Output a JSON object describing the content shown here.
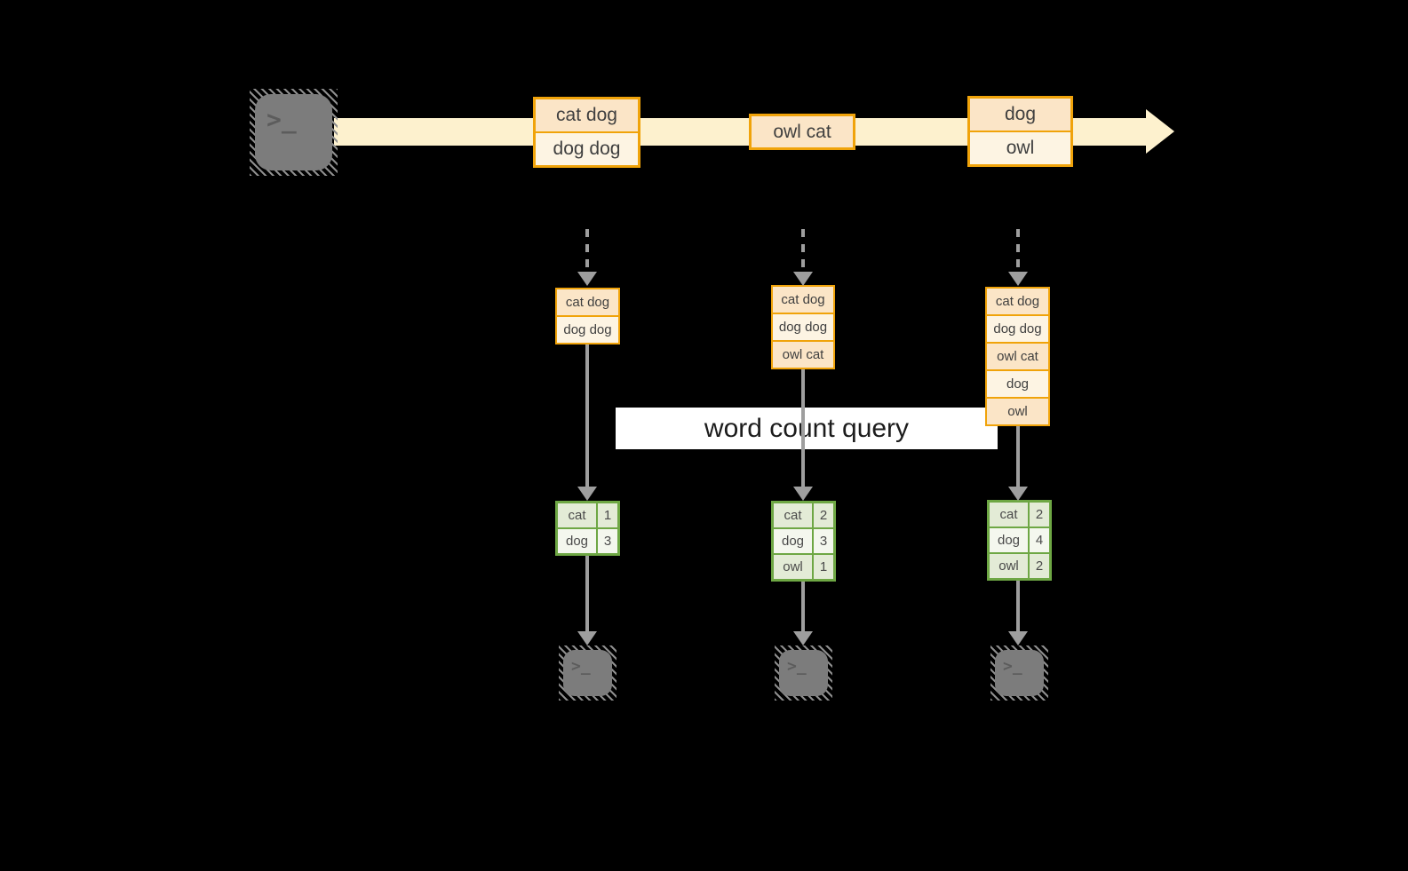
{
  "query_label": "word count query",
  "terminal_glyph": ">_",
  "colors": {
    "background": "#000000",
    "stream_band": "#FDF1CE",
    "box_border": "#F0A30A",
    "box_fill_dark": "#FBE5C7",
    "box_fill_light": "#FDF4E3",
    "table_border": "#6EA744",
    "table_fill_dark": "#E3EBD6",
    "table_fill_light": "#F4F7EE",
    "arrow_gray": "#9E9E9E",
    "terminal_gray": "#7C7C7C",
    "query_bg": "#FFFFFF"
  },
  "stream": {
    "messages": [
      {
        "lines": [
          "cat dog",
          "dog dog"
        ]
      },
      {
        "lines": [
          "owl cat"
        ]
      },
      {
        "lines": [
          "dog",
          "owl"
        ]
      }
    ]
  },
  "pipelines": [
    {
      "buffer": [
        "cat dog",
        "dog dog"
      ],
      "counts": [
        {
          "word": "cat",
          "count": "1"
        },
        {
          "word": "dog",
          "count": "3"
        }
      ]
    },
    {
      "buffer": [
        "cat dog",
        "dog dog",
        "owl cat"
      ],
      "counts": [
        {
          "word": "cat",
          "count": "2"
        },
        {
          "word": "dog",
          "count": "3"
        },
        {
          "word": "owl",
          "count": "1"
        }
      ]
    },
    {
      "buffer": [
        "cat dog",
        "dog dog",
        "owl cat",
        "dog",
        "owl"
      ],
      "counts": [
        {
          "word": "cat",
          "count": "2"
        },
        {
          "word": "dog",
          "count": "4"
        },
        {
          "word": "owl",
          "count": "2"
        }
      ]
    }
  ]
}
